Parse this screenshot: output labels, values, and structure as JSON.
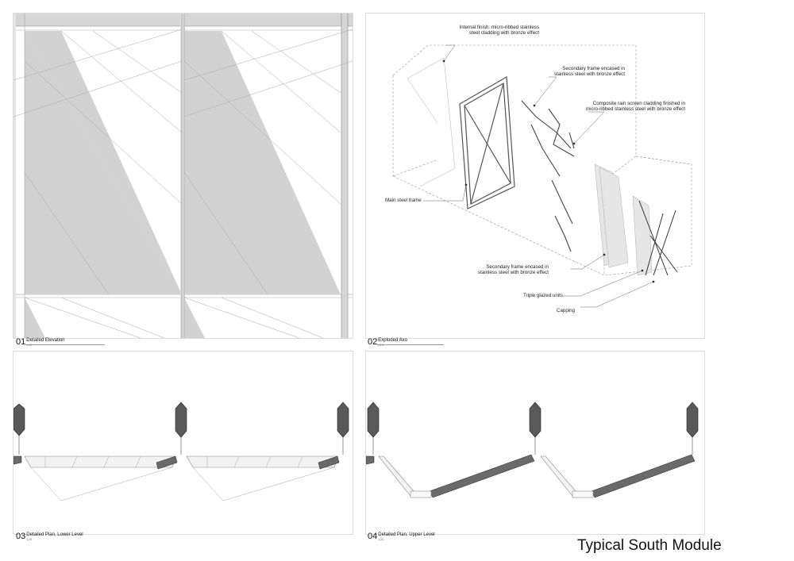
{
  "sheet_title": "Typical South Module",
  "panels": [
    {
      "number": "01",
      "title": "Detailed Elevation",
      "scale": "1:20"
    },
    {
      "number": "02",
      "title": "Exploded Axo",
      "scale": "NTS"
    },
    {
      "number": "03",
      "title": "Detailed Plan, Lower Level",
      "scale": "1:20"
    },
    {
      "number": "04",
      "title": "Detailed Plan, Upper Level",
      "scale": "1:20"
    }
  ],
  "annotations": {
    "internal_finish": [
      "Internal finish: micro-ribbed stainless",
      "steel cladding with bronze effect"
    ],
    "secondary_frame_top": [
      "Secondary frame encased in",
      "stainless steel with bronze effect"
    ],
    "composite_cladding": [
      "Composite rain screen cladding finished in",
      "micro-ribbed stainless steel with bronze effect"
    ],
    "main_frame": [
      "Main steel frame"
    ],
    "secondary_frame_bottom": [
      "Secondary frame encased in",
      "stainless steel with bronze effect"
    ],
    "triple_glazed": [
      "Triple glazed units"
    ],
    "capping": [
      "Capping"
    ]
  },
  "colors": {
    "fill_grey": "#d2d2d2",
    "dark_column": "#5a5a5a",
    "line": "#9a9a9a"
  }
}
